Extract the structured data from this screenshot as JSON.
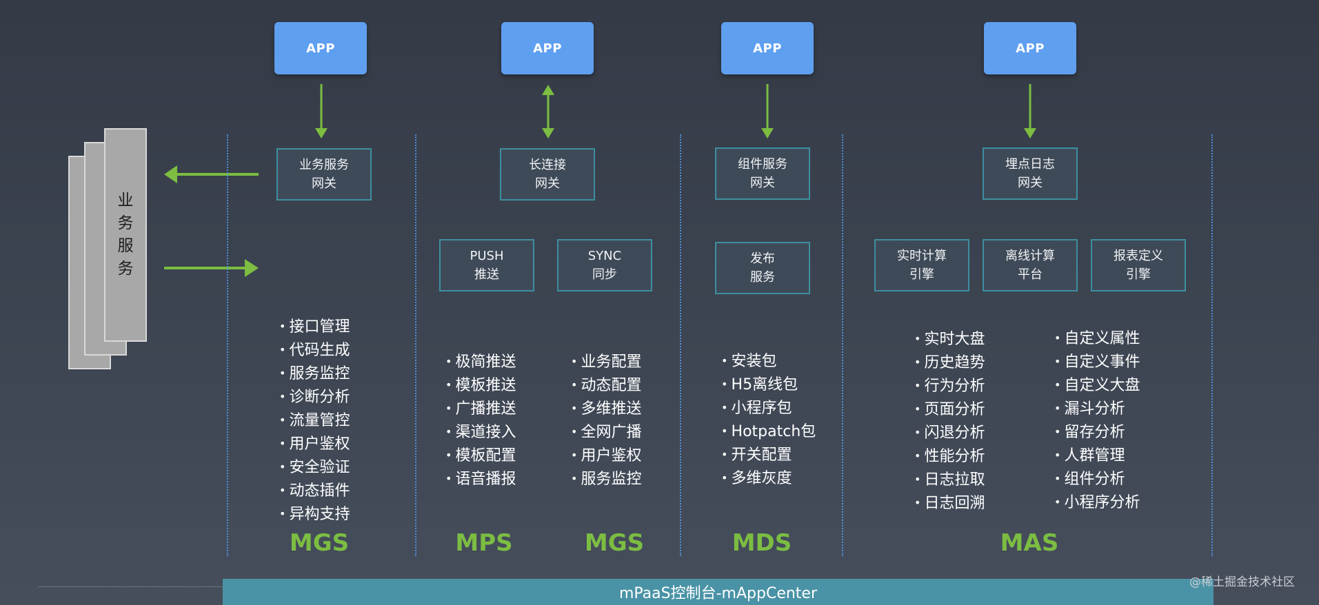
{
  "app_label": "APP",
  "business_service": [
    "业",
    "务",
    "服",
    "务"
  ],
  "gateways": {
    "mgs": [
      "业务服务",
      "网关"
    ],
    "mps": [
      "长连接",
      "网关"
    ],
    "mds": [
      "组件服务",
      "网关"
    ],
    "mas": [
      "埋点日志",
      "网关"
    ]
  },
  "sub_modules": {
    "push": [
      "PUSH",
      "推送"
    ],
    "sync": [
      "SYNC",
      "同步"
    ],
    "publish": [
      "发布",
      "服务"
    ],
    "realtime": [
      "实时计算",
      "引擎"
    ],
    "offline": [
      "离线计算",
      "平台"
    ],
    "report": [
      "报表定义",
      "引擎"
    ]
  },
  "lists": {
    "mgs": [
      "接口管理",
      "代码生成",
      "服务监控",
      "诊断分析",
      "流量管控",
      "用户鉴权",
      "安全验证",
      "动态插件",
      "异构支持"
    ],
    "mps": [
      "极简推送",
      "模板推送",
      "广播推送",
      "渠道接入",
      "模板配置",
      "语音播报"
    ],
    "sync": [
      "业务配置",
      "动态配置",
      "多维推送",
      "全网广播",
      "用户鉴权",
      "服务监控"
    ],
    "mds": [
      "安装包",
      "H5离线包",
      "小程序包",
      "Hotpatch包",
      "开关配置",
      "多维灰度"
    ],
    "mas_left": [
      "实时大盘",
      "历史趋势",
      "行为分析",
      "页面分析",
      "闪退分析",
      "性能分析",
      "日志拉取",
      "日志回溯"
    ],
    "mas_right": [
      "自定义属性",
      "自定义事件",
      "自定义大盘",
      "漏斗分析",
      "留存分析",
      "人群管理",
      "组件分析",
      "小程序分析"
    ]
  },
  "products": {
    "mgs": "MGS",
    "mps": "MPS",
    "mgs_sync": "MGS",
    "mds": "MDS",
    "mas": "MAS"
  },
  "console_title": "mPaaS控制台-mAppCenter",
  "watermark": "@稀土掘金技术社区",
  "colors": {
    "app_blue": "#5f9ff0",
    "arrow_green": "#7cbd42",
    "box_border": "#3d8fa0",
    "console_bar": "#4a93a6",
    "separator": "#4f8fd8"
  }
}
